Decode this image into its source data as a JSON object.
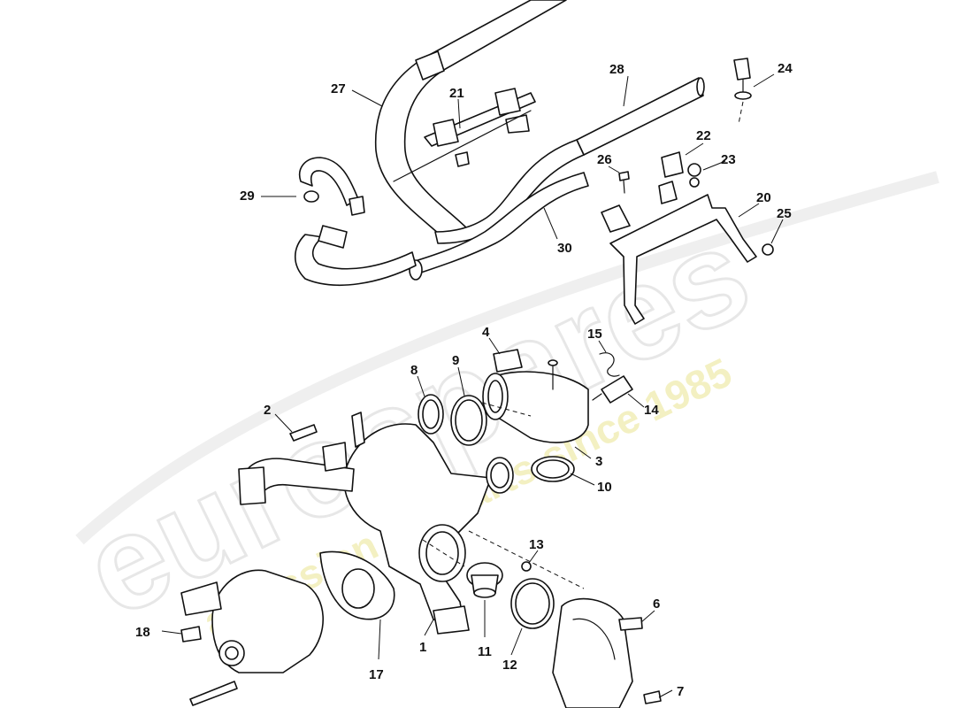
{
  "watermark": {
    "logo_text": "eurospares",
    "tagline": "a passion for parts since 1985"
  },
  "callouts": [
    {
      "id": "c1",
      "label": "1"
    },
    {
      "id": "c2",
      "label": "2"
    },
    {
      "id": "c3",
      "label": "3"
    },
    {
      "id": "c4",
      "label": "4"
    },
    {
      "id": "c6",
      "label": "6"
    },
    {
      "id": "c7",
      "label": "7"
    },
    {
      "id": "c8",
      "label": "8"
    },
    {
      "id": "c9",
      "label": "9"
    },
    {
      "id": "c10",
      "label": "10"
    },
    {
      "id": "c11",
      "label": "11"
    },
    {
      "id": "c12",
      "label": "12"
    },
    {
      "id": "c13",
      "label": "13"
    },
    {
      "id": "c14",
      "label": "14"
    },
    {
      "id": "c15",
      "label": "15"
    },
    {
      "id": "c17",
      "label": "17"
    },
    {
      "id": "c18",
      "label": "18"
    },
    {
      "id": "c20",
      "label": "20"
    },
    {
      "id": "c21",
      "label": "21"
    },
    {
      "id": "c22",
      "label": "22"
    },
    {
      "id": "c23",
      "label": "23"
    },
    {
      "id": "c24",
      "label": "24"
    },
    {
      "id": "c25",
      "label": "25"
    },
    {
      "id": "c26",
      "label": "26"
    },
    {
      "id": "c27",
      "label": "27"
    },
    {
      "id": "c28",
      "label": "28"
    },
    {
      "id": "c29",
      "label": "29"
    },
    {
      "id": "c30",
      "label": "30"
    }
  ]
}
